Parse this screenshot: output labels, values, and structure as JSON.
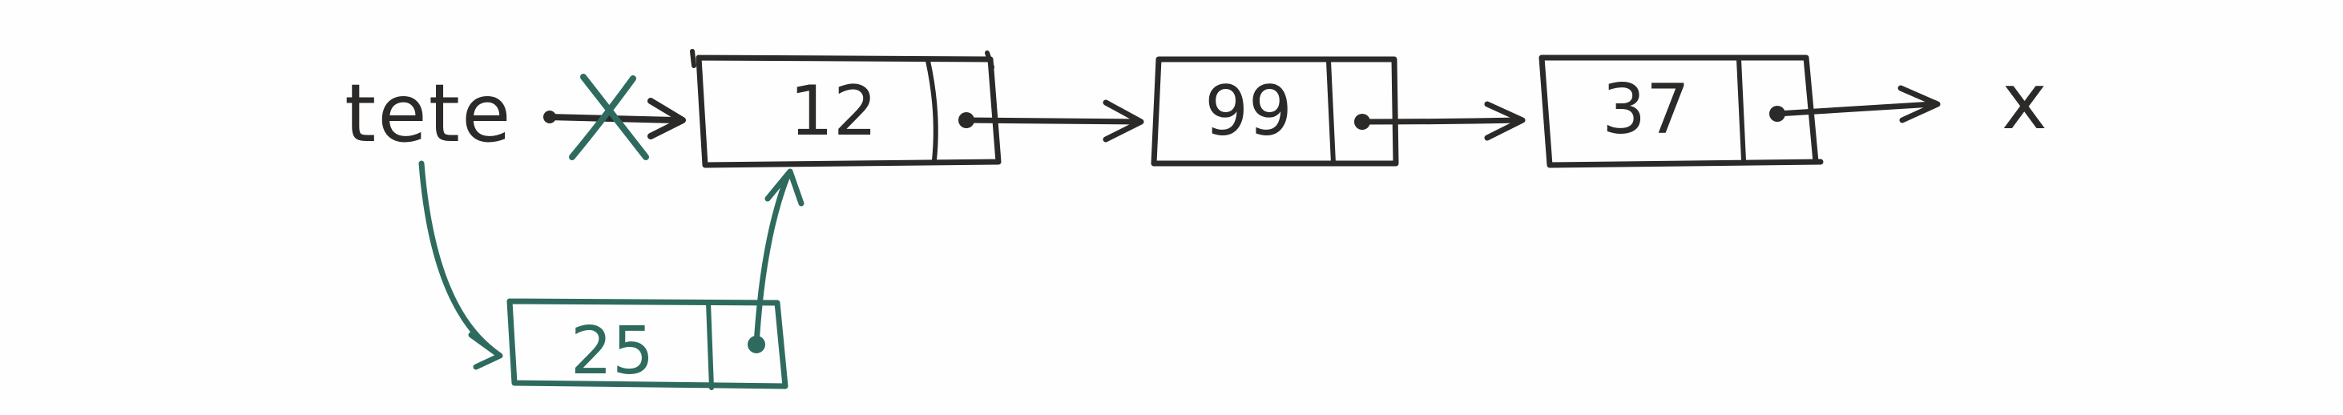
{
  "diagram": {
    "head_label": "tete",
    "nodes": [
      {
        "value": "12"
      },
      {
        "value": "99"
      },
      {
        "value": "37"
      }
    ],
    "new_node": {
      "value": "25"
    },
    "end_marker": "x",
    "colors": {
      "ink": "#2b2a28",
      "new_ink": "#2e6b5e"
    }
  }
}
